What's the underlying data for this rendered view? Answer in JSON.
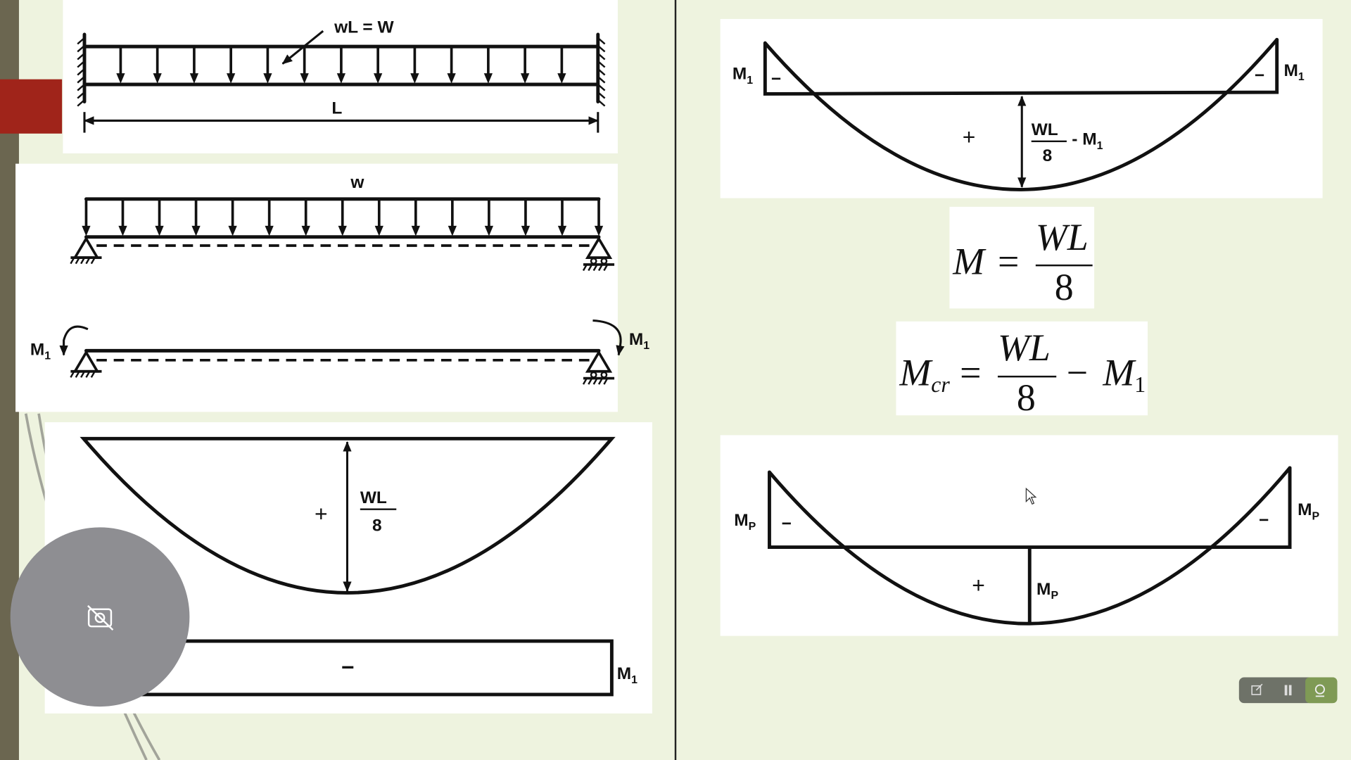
{
  "fixed_beam": {
    "load_label": "wL = W",
    "span_label": "L"
  },
  "simple_beam": {
    "load_label": "w",
    "moment_left": "M",
    "moment_left_sub": "1",
    "moment_right": "M",
    "moment_right_sub": "1"
  },
  "simple_moment_diagram": {
    "sign": "+",
    "value_num": "WL",
    "value_den": "8"
  },
  "end_moment_diagram": {
    "sign": "−",
    "label": "M",
    "label_sub": "1"
  },
  "fixed_moment_diagram": {
    "sign_pos": "+",
    "sign_neg_left": "−",
    "sign_neg_right": "−",
    "value_num": "WL",
    "value_den": "8",
    "value_rest": "- M",
    "value_rest_sub": "1",
    "end_left": "M",
    "end_left_sub": "1",
    "end_right": "M",
    "end_right_sub": "1"
  },
  "equation1": {
    "lhs": "M",
    "eq": "=",
    "num": "WL",
    "den": "8"
  },
  "equation2": {
    "lhs": "M",
    "lhs_sub": "cr",
    "eq": "=",
    "num": "WL",
    "den": "8",
    "minus": "−",
    "rhs": "M",
    "rhs_sub": "1"
  },
  "plastic_moment_diagram": {
    "sign_pos": "+",
    "sign_neg_left": "−",
    "sign_neg_right": "−",
    "mid_label": "M",
    "mid_sub": "P",
    "end_left": "M",
    "end_left_sub": "P",
    "end_right": "M",
    "end_right_sub": "P"
  },
  "controls": {
    "colors": {
      "bar": "#6e7268",
      "active": "#7f9a55"
    }
  },
  "theme": {
    "background": "#eef3df",
    "sidebar": "#6b6650",
    "accent": "#a0241a",
    "camera_circle": "#8e8e92"
  }
}
